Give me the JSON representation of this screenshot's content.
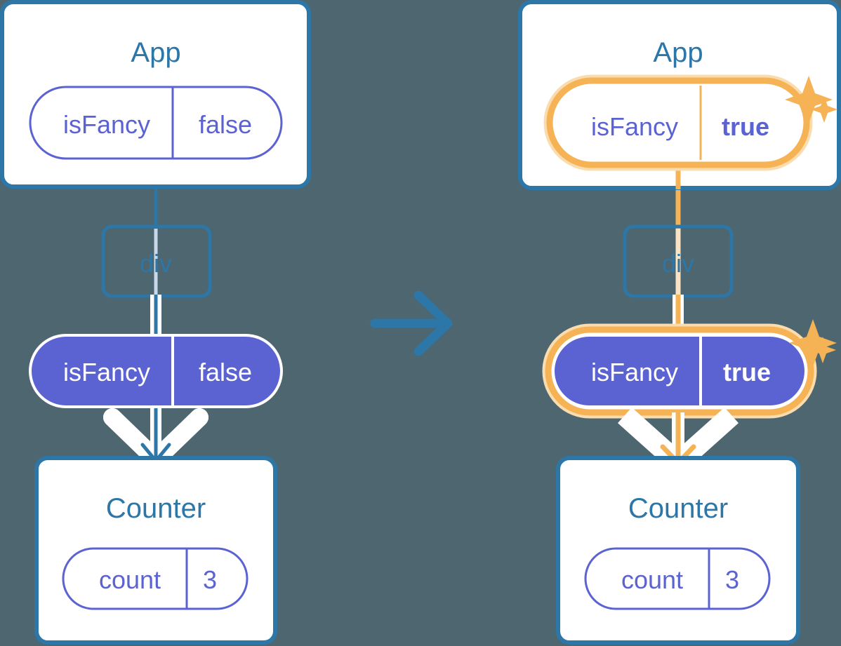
{
  "diagram": {
    "title_left": "App",
    "title_right": "App",
    "background_color": "#4d6670",
    "box_border_color": "#2c77a8",
    "box_fill_color": "#ffffff",
    "title_text_color": "#2c77a8",
    "pill_outline_color": "#5b63d3",
    "pill_fill_color": "#5b63d3",
    "pill_text_color": "#5b63d3",
    "pill_text_on_fill_color": "#ffffff",
    "highlight_color": "#f5b355",
    "highlight_glow_color": "#fbdcae",
    "connector_color": "#2c77a8",
    "transition_arrow_color": "#2c77a8"
  },
  "left": {
    "app_box": {
      "name": "App",
      "state_pill": {
        "key": "isFancy",
        "value": "false",
        "highlighted": false,
        "value_bold": false
      }
    },
    "div_node": {
      "label": "div"
    },
    "prop_pill": {
      "key": "isFancy",
      "value": "false",
      "highlighted": false,
      "value_bold": false
    },
    "counter_box": {
      "name": "Counter",
      "state_pill": {
        "key": "count",
        "value": "3",
        "highlighted": false
      }
    }
  },
  "transition": {
    "icon": "arrow-right-icon"
  },
  "right": {
    "app_box": {
      "name": "App",
      "state_pill": {
        "key": "isFancy",
        "value": "true",
        "highlighted": true,
        "value_bold": true
      }
    },
    "div_node": {
      "label": "div"
    },
    "prop_pill": {
      "key": "isFancy",
      "value": "true",
      "highlighted": true,
      "value_bold": true
    },
    "counter_box": {
      "name": "Counter",
      "state_pill": {
        "key": "count",
        "value": "3",
        "highlighted": false
      }
    },
    "sparkles": {
      "top": "sparkle-icon",
      "middle": "sparkle-icon"
    }
  }
}
